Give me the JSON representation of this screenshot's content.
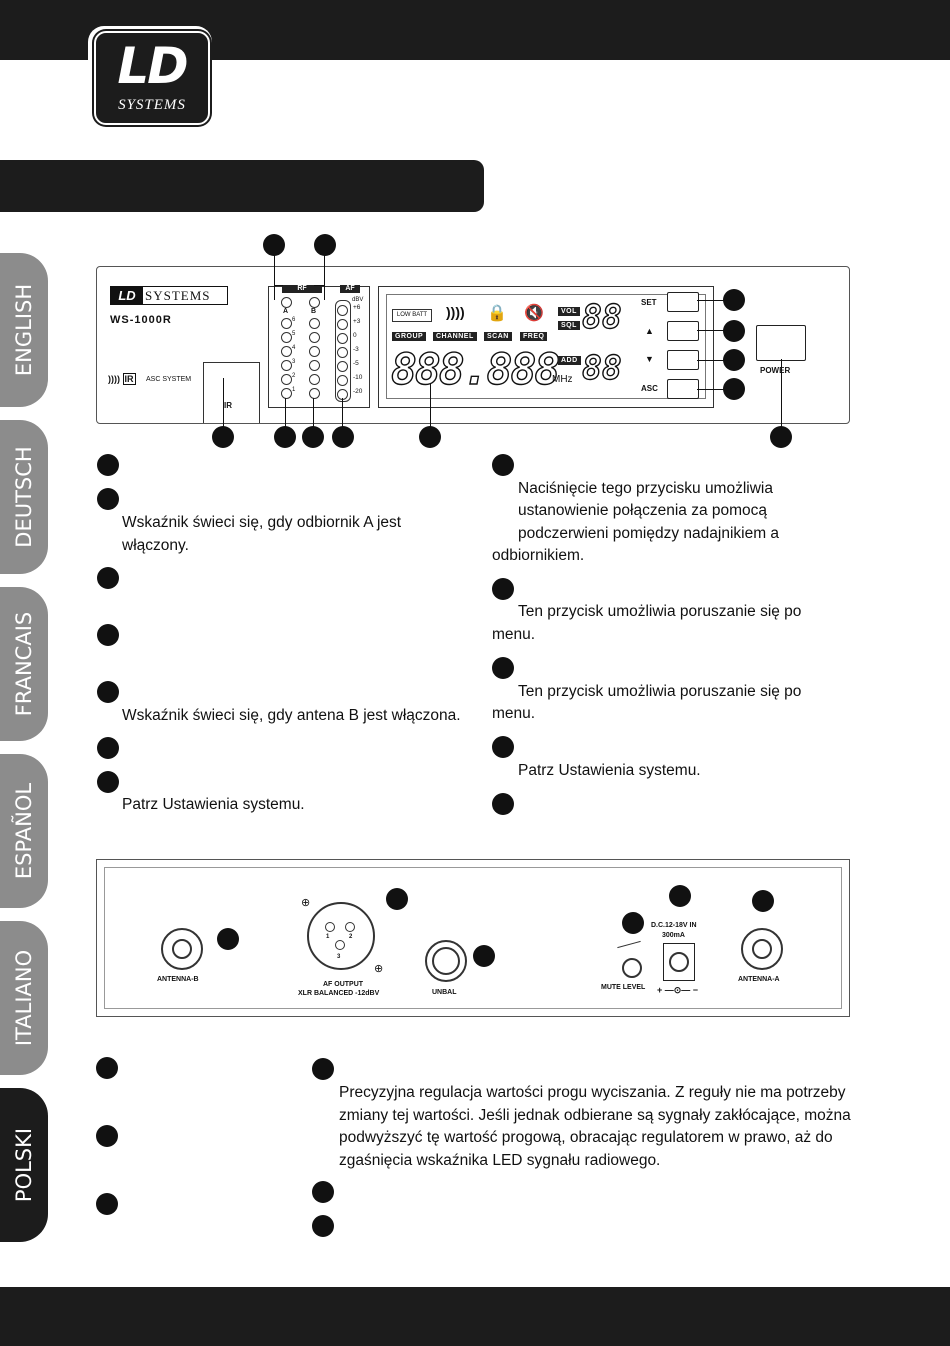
{
  "logo": {
    "ld": "LD",
    "systems": "SYSTEMS"
  },
  "tabs": [
    "ENGLISH",
    "DEUTSCH",
    "FRANCAIS",
    "ESPAÑOL",
    "ITALIANO",
    "POLSKI"
  ],
  "front_panel": {
    "brand": "SYSTEMS",
    "brand_ld": "LD",
    "model": "WS-1000R",
    "ir_label": "IR",
    "asc_system": "ASC SYSTEM",
    "rf_label": "RF",
    "af_label": "AF",
    "rf_a": "A",
    "rf_b": "B",
    "rf_steps": [
      "6",
      "5",
      "4",
      "3",
      "2",
      "1"
    ],
    "af_unit": "dBV",
    "af_scale": [
      "+6",
      "+3",
      "0",
      "-3",
      "-5",
      "-10",
      "-20"
    ],
    "low_batt": "LOW BATT",
    "tags": [
      "GROUP",
      "CHANNEL",
      "SCAN",
      "FREQ"
    ],
    "vol": "VOL",
    "sql": "SQL",
    "add": "ADD",
    "seg_small_top": "88",
    "seg_main": "888.888",
    "seg_small_bottom": "88",
    "mhz": "MHz",
    "btn_set": "SET",
    "btn_up": "▲",
    "btn_down": "▼",
    "btn_asc": "ASC",
    "power": "POWER"
  },
  "front_text": {
    "left_b": "Wskaźnik świeci się, gdy odbiornik A jest włączony.",
    "left_e": "Wskaźnik świeci się, gdy antena B jest włączona.",
    "left_g": "Patrz Ustawienia systemu.",
    "right_a_l1": "Naciśnięcie tego przycisku umożliwia",
    "right_a_l2": "ustanowienie połączenia za pomocą",
    "right_a_l3": "podczerwieni pomiędzy nadajnikiem a",
    "right_a_l4": "odbiornikiem.",
    "right_b": "Ten przycisk umożliwia poruszanie się po",
    "right_b2": "menu.",
    "right_c": "Ten przycisk umożliwia poruszanie się po",
    "right_c2": "menu.",
    "right_d": "Patrz Ustawienia systemu."
  },
  "rear_panel": {
    "antenna_b": "ANTENNA-B",
    "af_output": "AF OUTPUT",
    "xlr": "XLR  BALANCED  -12dBV",
    "unbal": "UNBAL",
    "dc_l1": "D.C.12-18V IN",
    "dc_l2": "300mA",
    "mute_level": "MUTE  LEVEL",
    "antenna_a": "ANTENNA-A",
    "xlr_pin1": "1",
    "xlr_pin2": "2",
    "xlr_pin3": "3"
  },
  "rear_text": {
    "p1": "Precyzyjna regulacja wartości progu wyciszania. Z reguły nie ma potrzeby",
    "p2": "zmiany tej wartości. Jeśli jednak odbierane są sygnały zakłócające, można",
    "p3": "podwyższyć tę wartość progową, obracając regulatorem w prawo, aż do",
    "p4": "zgaśnięcia wskaźnika LED sygnału radiowego."
  }
}
